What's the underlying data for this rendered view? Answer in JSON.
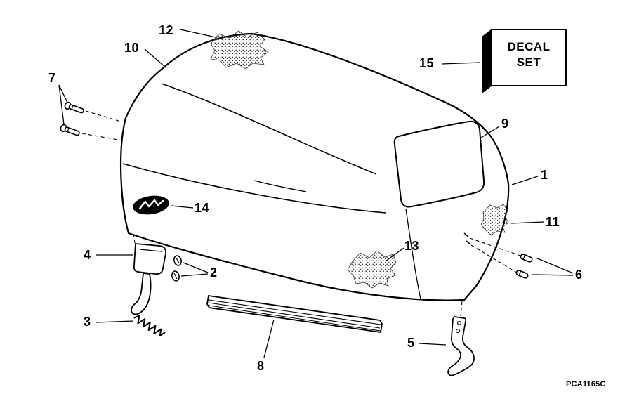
{
  "diagram": {
    "part_code": "PCA1165C",
    "decal_box": {
      "line1": "DECAL",
      "line2": "SET"
    },
    "callouts": [
      {
        "number": "1"
      },
      {
        "number": "2"
      },
      {
        "number": "3"
      },
      {
        "number": "4"
      },
      {
        "number": "5"
      },
      {
        "number": "6"
      },
      {
        "number": "7"
      },
      {
        "number": "8"
      },
      {
        "number": "9"
      },
      {
        "number": "10"
      },
      {
        "number": "11"
      },
      {
        "number": "12"
      },
      {
        "number": "13"
      },
      {
        "number": "14"
      },
      {
        "number": "15"
      }
    ],
    "colors": {
      "ink": "#000000",
      "background": "#ffffff"
    }
  }
}
